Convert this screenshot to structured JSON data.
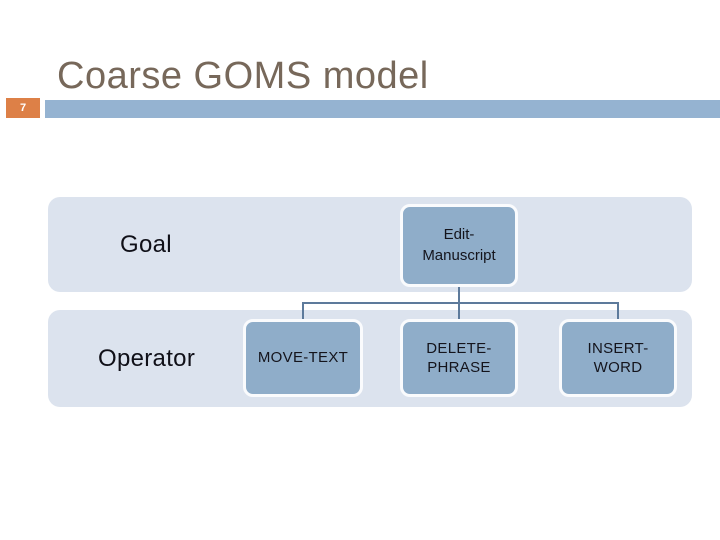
{
  "slide": {
    "title": "Coarse GOMS model",
    "page_number": "7"
  },
  "colors": {
    "accent_orange": "#dd8047",
    "header_rule_blue": "#95b3d1",
    "band_background": "#dce3ee",
    "node_fill": "#8fadc9",
    "node_border": "#fafbfd",
    "connector_line": "#5d7a9b",
    "title_text": "#77685a",
    "node_text": "#14141c"
  },
  "diagram": {
    "goal": {
      "row_label": "Goal",
      "node_text": "Edit-\nManuscript"
    },
    "operator": {
      "row_label": "Operator",
      "nodes": [
        "MOVE-TEXT",
        "DELETE-\nPHRASE",
        "INSERT-\nWORD"
      ]
    }
  }
}
